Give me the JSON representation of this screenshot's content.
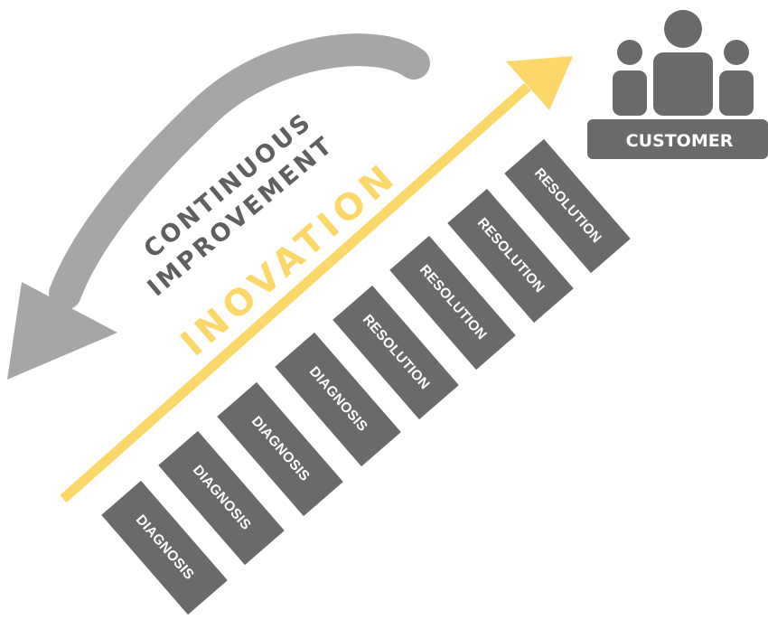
{
  "labels": {
    "continuous_line1": "CONTINUOUS",
    "continuous_line2": "IMPROVEMENT",
    "innovation": "INOVATION",
    "customer": "CUSTOMER"
  },
  "steps": [
    "DIAGNOSIS",
    "DIAGNOSIS",
    "DIAGNOSIS",
    "DIAGNOSIS",
    "RESOLUTION",
    "RESOLUTION",
    "RESOLUTION",
    "RESOLUTION"
  ],
  "colors": {
    "step_fill": "#6a6a6a",
    "innovation_arrow": "#fcd86a",
    "improvement_arrow": "#a6a6a6",
    "continuous_text": "#5f5f5f",
    "customer_icon": "#6a6a6a"
  },
  "icons": {
    "customer": "group-of-people-icon"
  }
}
